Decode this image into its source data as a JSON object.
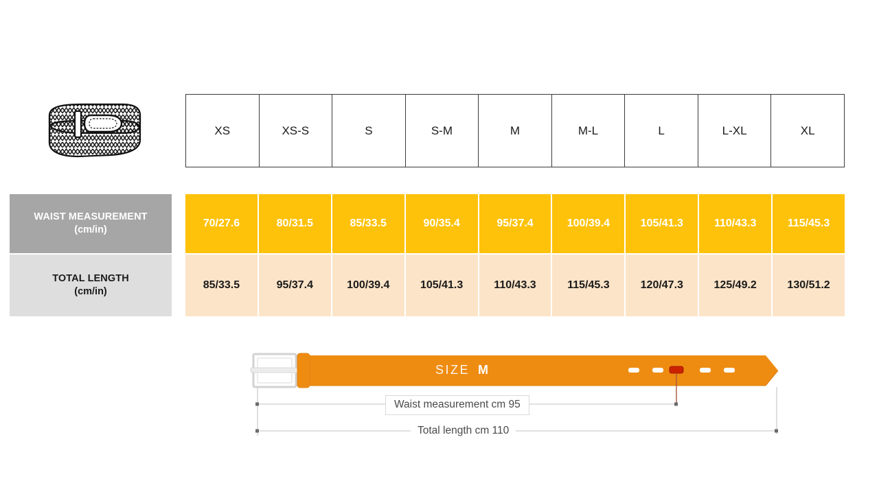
{
  "product": {
    "icon_name": "braided-belt-illustration",
    "alt": "Braided belt coiled"
  },
  "size_table": {
    "sizes": [
      "XS",
      "XS-S",
      "S",
      "S-M",
      "M",
      "M-L",
      "L",
      "L-XL",
      "XL"
    ]
  },
  "measurements": {
    "waist": {
      "label_line1": "WAIST MEASUREMENT",
      "label_line2": "(cm/in)",
      "values": [
        "70/27.6",
        "80/31.5",
        "85/33.5",
        "90/35.4",
        "95/37.4",
        "100/39.4",
        "105/41.3",
        "110/43.3",
        "115/45.3"
      ]
    },
    "total_length": {
      "label_line1": "TOTAL LENGTH",
      "label_line2": "(cm/in)",
      "values": [
        "85/33.5",
        "95/37.4",
        "100/39.4",
        "105/41.3",
        "110/43.3",
        "115/45.3",
        "120/47.3",
        "125/49.2",
        "130/51.2"
      ]
    }
  },
  "diagram": {
    "size_prefix": "SIZE",
    "size_value": "M",
    "waist_label": "Waist measurement cm 95",
    "total_length_label": "Total length cm 110",
    "holes_total": 5,
    "active_hole_index": 2,
    "buckle_name": "belt-buckle",
    "tip_name": "belt-tip"
  },
  "colors": {
    "amber": "#ffc20a",
    "peach": "#fce4c8",
    "gray_label": "#a6a6a6",
    "light_gray_label": "#dedede",
    "belt_orange": "#ee8c12",
    "active_hole_red": "#cc2200",
    "border_dark": "#3a3a3a"
  }
}
